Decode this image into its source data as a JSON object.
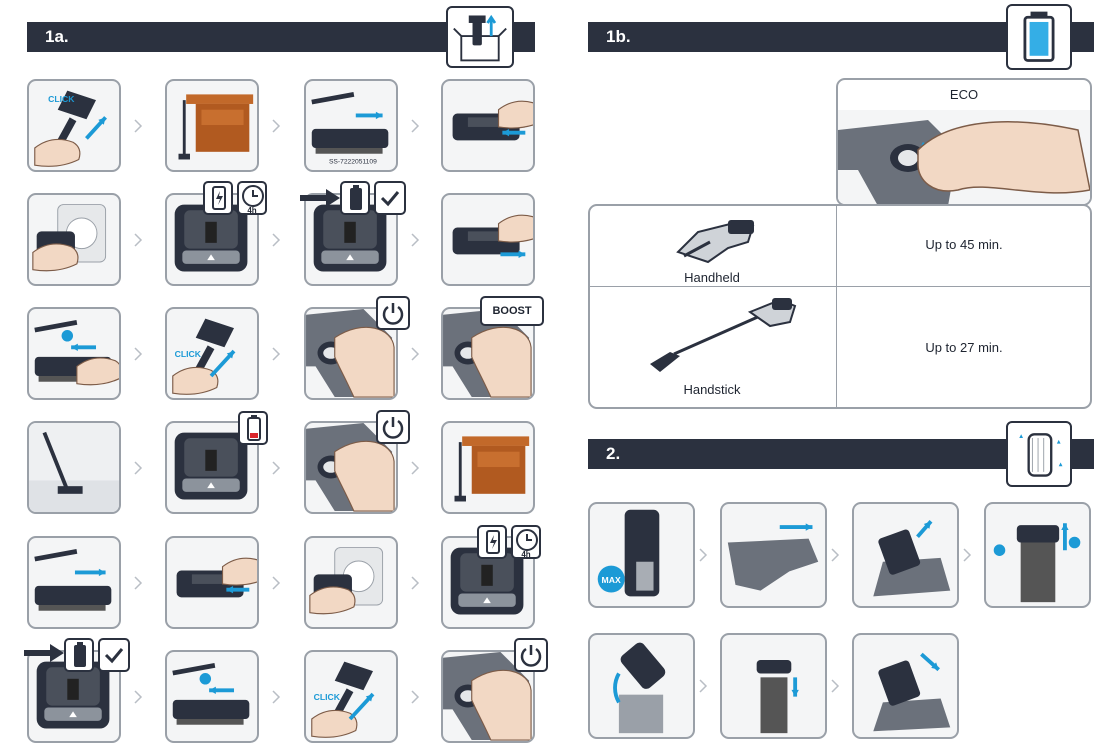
{
  "section_1a": {
    "heading": "1a."
  },
  "section_1b": {
    "heading": "1b."
  },
  "section_2": {
    "heading": "2."
  },
  "labels": {
    "click": "CLICK",
    "serial": "SS-7222051109",
    "charge_time": "4h",
    "boost": "BOOST",
    "max": "MAX"
  },
  "runtime_table": {
    "mode_header": "ECO",
    "rows": [
      {
        "name": "Handheld",
        "runtime": "Up to 45 min."
      },
      {
        "name": "Handstick",
        "runtime": "Up to 27 min."
      }
    ]
  },
  "icons": [
    "box-unpack-icon",
    "battery-full-icon",
    "filter-sparkle-icon",
    "power-icon",
    "battery-low-icon",
    "clock-icon",
    "checkmark-icon",
    "charging-icon"
  ],
  "colors": {
    "accent": "#1c9ad6",
    "header": "#2b313f",
    "border": "#9aa0a8",
    "red": "#d9252b"
  }
}
